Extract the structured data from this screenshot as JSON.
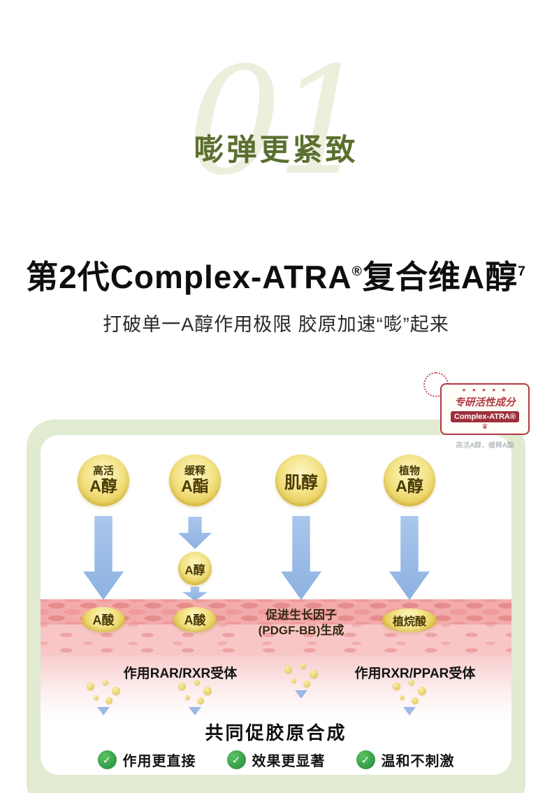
{
  "colors": {
    "accent_green": "#5b7030",
    "badge_red": "#b23842",
    "gold": "#e5ca54",
    "arrow_blue": "#8db1e1",
    "band_pink": "#f3aaaa",
    "check_green": "#1f8a3a"
  },
  "hero": {
    "watermark": "01",
    "tagline": "嘭弹更紧致",
    "title_main": "第2代Complex-ATRA",
    "title_reg": "®",
    "title_tail": "复合维A醇",
    "title_footnote": "7",
    "subtitle": "打破单一A醇作用极限 胶原加速“嘭”起来"
  },
  "badge": {
    "stars": "★ ★ ★ ★ ★",
    "title": "专研活性成分",
    "pill": "Complex-ATRA®",
    "crown": "♛",
    "caption": "高活A醇、缓释A酯"
  },
  "diagram": {
    "sources": [
      {
        "small": "高活",
        "large": "A醇"
      },
      {
        "small": "缓释",
        "large": "A酯"
      },
      {
        "large": "肌醇"
      },
      {
        "small": "植物",
        "large": "A醇"
      }
    ],
    "intermediate": "A醇",
    "band": {
      "pill1": "A酸",
      "pill2": "A酸",
      "growth_line1": "促进生长因子",
      "growth_line2": "(PDGF-BB)生成",
      "pill4": "植烷酸"
    },
    "receptor_left": "作用RAR/RXR受体",
    "receptor_right": "作用RXR/PPAR受体",
    "result": "共同促胶原合成",
    "check_glyph": "✓",
    "benefits": [
      {
        "label": "作用更直接"
      },
      {
        "label": "效果更显著"
      },
      {
        "label": "温和不刺激"
      }
    ]
  }
}
